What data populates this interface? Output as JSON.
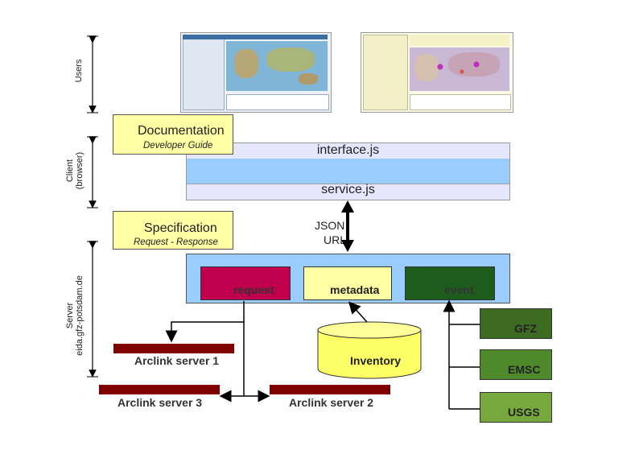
{
  "tiers": {
    "users": "Users",
    "client": "Client\n(browser)",
    "server": "Server\neida.gfz-potsdam.de"
  },
  "notes": {
    "documentation": {
      "title": "Documentation",
      "subtitle": "Developer Guide"
    },
    "specification": {
      "title": "Specification",
      "subtitle": "Request - Response"
    }
  },
  "client": {
    "top_layer": "interface.js",
    "bottom_layer": "service.js"
  },
  "protocol": {
    "line1": "JSON",
    "line2": "URL"
  },
  "server_components": {
    "request": "request",
    "metadata": "metadata",
    "event": "event"
  },
  "inventory": "Inventory",
  "arclink": [
    "Arclink server 1",
    "Arclink server 3",
    "Arclink server 2"
  ],
  "event_sources": [
    "GFZ",
    "EMSC",
    "USGS"
  ],
  "colors": {
    "note": "#ffffa6",
    "band_light": "#e6e6ff",
    "band_blue": "#99ccff",
    "request": "#c0004d",
    "metadata": "#ffffa6",
    "event": "#1e5c1e",
    "arclink": "#800000",
    "gfz": "#3d6b21",
    "emsc": "#4e8a2c",
    "usgs": "#77a83d",
    "inventory": "#ffff66"
  }
}
